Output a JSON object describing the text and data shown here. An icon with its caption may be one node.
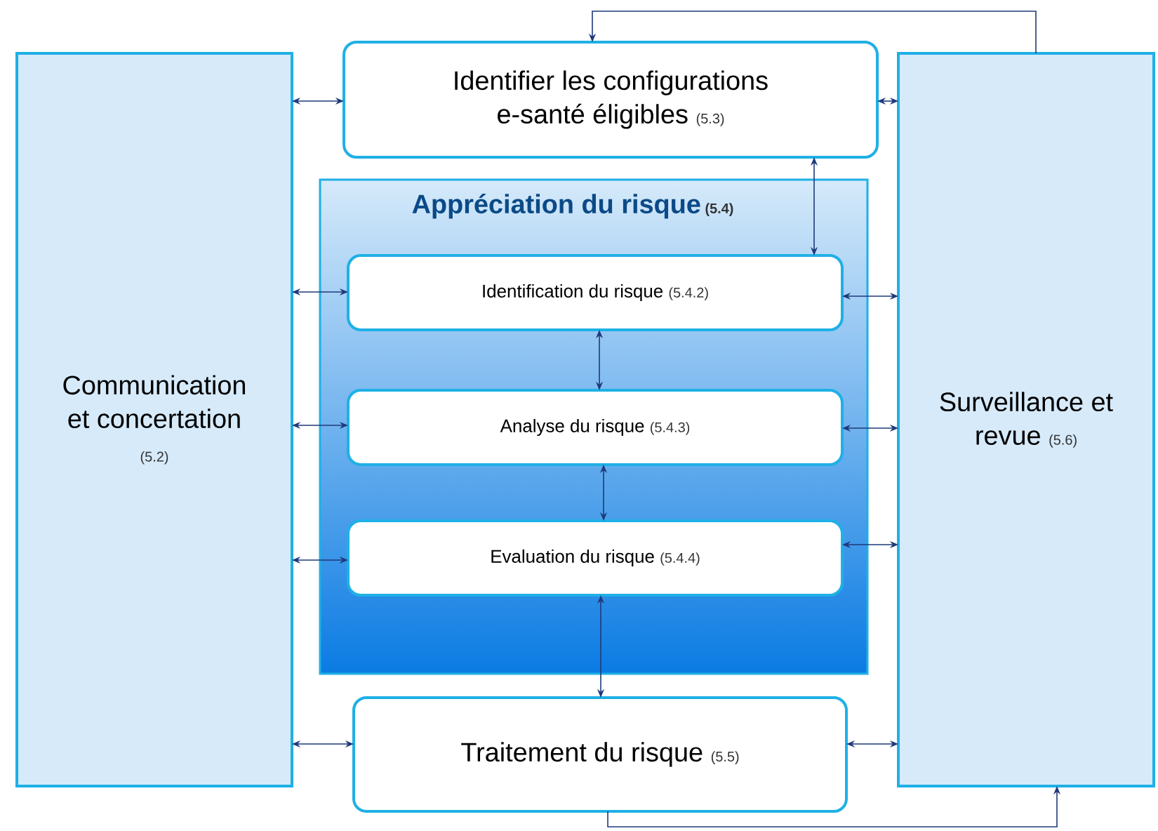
{
  "diagram": {
    "nodes": [
      {
        "text": [
          "Communication et concertation",
          "(5.2)"
        ]
      },
      {
        "text": [
          "Identifier les configurations e-santé éligibles",
          "(5.3)"
        ]
      },
      {
        "text": [
          "Appréciation du risque",
          "(5.4)"
        ]
      },
      {
        "text": [
          "Identification du risque",
          "(5.4.2)"
        ],
        "in": 2
      },
      {
        "text": [
          "Analyse du risque",
          "(5.4.3)"
        ],
        "in": 2
      },
      {
        "text": [
          "Evaluation du risque",
          "(5.4.4)"
        ],
        "in": 2
      },
      {
        "text": [
          "Traitement du risque",
          "(5.5)"
        ]
      },
      {
        "text": [
          "Surveillance et revue",
          "(5.6)"
        ]
      }
    ],
    "edges": [
      {
        "from": 0,
        "to": 1,
        "arrow": "both"
      },
      {
        "from": 0,
        "to": 3,
        "arrow": "both"
      },
      {
        "from": 0,
        "to": 4,
        "arrow": "both"
      },
      {
        "from": 0,
        "to": 5,
        "arrow": "both"
      },
      {
        "from": 0,
        "to": 6,
        "arrow": "both"
      },
      {
        "from": 1,
        "to": 7,
        "arrow": "both"
      },
      {
        "from": 3,
        "to": 7,
        "arrow": "both"
      },
      {
        "from": 4,
        "to": 7,
        "arrow": "both"
      },
      {
        "from": 5,
        "to": 7,
        "arrow": "both"
      },
      {
        "from": 6,
        "to": 7,
        "arrow": "both"
      },
      {
        "from": 1,
        "to": 3,
        "arrow": "both"
      },
      {
        "from": 3,
        "to": 4,
        "arrow": "both"
      },
      {
        "from": 4,
        "to": 5,
        "arrow": "both"
      },
      {
        "from": 5,
        "to": 6,
        "arrow": "both"
      },
      {
        "from": 7,
        "to": 1,
        "arrow": "to"
      },
      {
        "from": 6,
        "to": 7,
        "arrow": "to"
      }
    ]
  }
}
